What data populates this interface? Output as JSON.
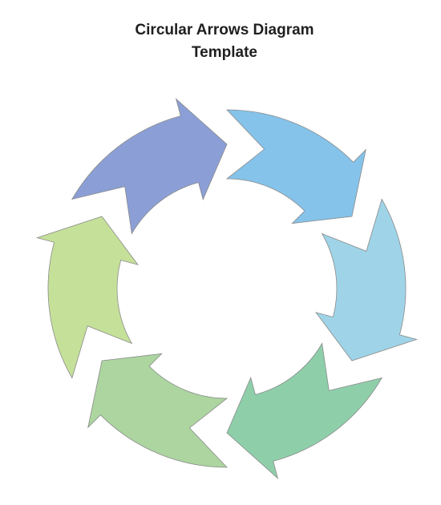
{
  "title": {
    "line1": "Circular Arrows Diagram",
    "line2": "Template"
  },
  "diagram": {
    "type": "circular-arrows",
    "segments": [
      {
        "id": "segment-1",
        "color": "#c5e199"
      },
      {
        "id": "segment-2",
        "color": "#8b9fd6"
      },
      {
        "id": "segment-3",
        "color": "#85c3ea"
      },
      {
        "id": "segment-4",
        "color": "#9fd4e8"
      },
      {
        "id": "segment-5",
        "color": "#8ecfaa"
      },
      {
        "id": "segment-6",
        "color": "#acd5a0"
      }
    ]
  }
}
